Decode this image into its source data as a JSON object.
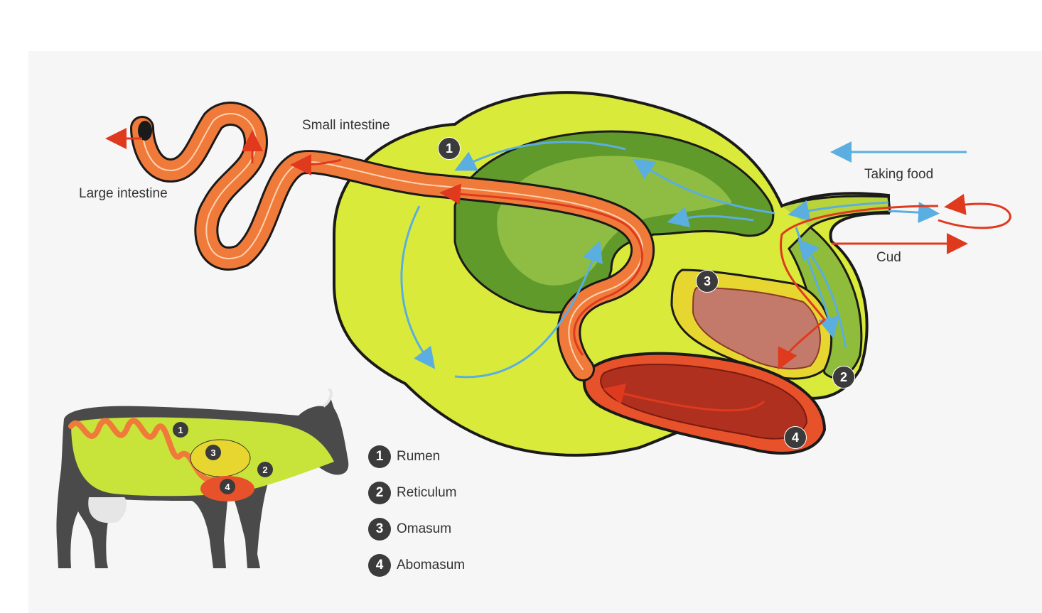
{
  "labels": {
    "small_intestine": "Small intestine",
    "large_intestine": "Large intestine",
    "taking_food": "Taking food",
    "cud": "Cud"
  },
  "legend": [
    {
      "num": "1",
      "text": "Rumen"
    },
    {
      "num": "2",
      "text": "Reticulum"
    },
    {
      "num": "3",
      "text": "Omasum"
    },
    {
      "num": "4",
      "text": "Abomasum"
    }
  ],
  "colors": {
    "rumen_outer": "#d9ea3a",
    "rumen_inner": "#5f9a2a",
    "omasum": "#e8d630",
    "omasum_inner": "#c47a6a",
    "abomasum": "#e8522a",
    "abomasum_inner": "#b03020",
    "intestine": "#f07a3a",
    "food_arrow": "#5aaee0",
    "cud_arrow": "#e03a1e",
    "cow_body": "#4a4a4a"
  }
}
